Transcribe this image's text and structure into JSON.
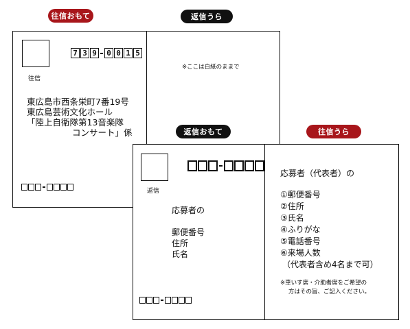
{
  "labels": {
    "ofuku_omote": "往信おもて",
    "hen_ura": "返信うら",
    "hen_omote": "返信おもて",
    "ofuku_ura": "往信うら"
  },
  "card1": {
    "stamp_caption": "往信",
    "zip": [
      "7",
      "3",
      "9",
      "0",
      "0",
      "1",
      "5"
    ],
    "address": [
      "東広島市西条栄町7番19号",
      "東広島芸術文化ホール",
      "「陸上自衛隊第13音楽隊",
      "コンサート」係"
    ],
    "blank_note": "※ここは白紙のままで"
  },
  "card2": {
    "stamp_caption": "返信",
    "fields": [
      "応募者の",
      "郵便番号",
      "住所",
      "氏名"
    ],
    "items_title": "応募者（代表者）の",
    "items": [
      "①郵便番号",
      "②住所",
      "③氏名",
      "④ふりがな",
      "⑤電話番号",
      "⑥来場人数",
      "（代表者含め4名まで可）"
    ],
    "footnote": [
      "※車いす席・介助者席をご希望の",
      "方はその旨、ご記入ください。"
    ]
  }
}
